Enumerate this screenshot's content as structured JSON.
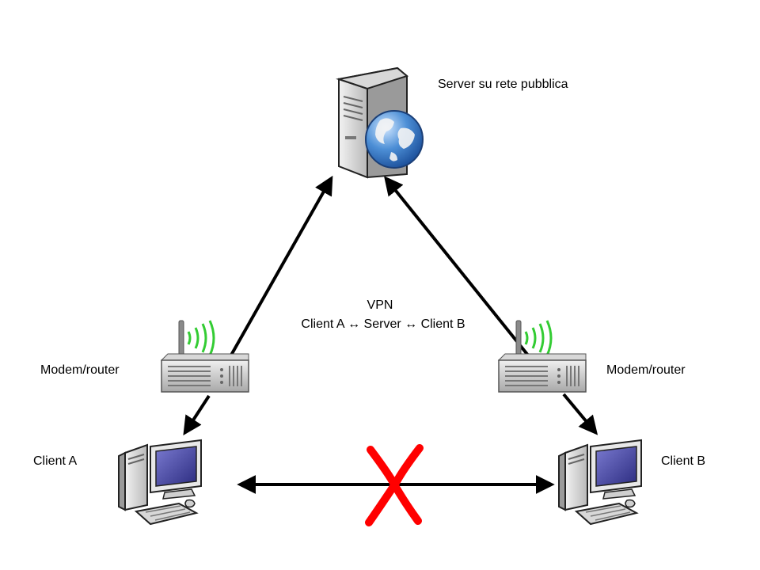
{
  "nodes": {
    "server": {
      "label": "Server su rete pubblica",
      "icon": "web-server-icon"
    },
    "router_left": {
      "label": "Modem/router",
      "icon": "wifi-router-icon"
    },
    "router_right": {
      "label": "Modem/router",
      "icon": "wifi-router-icon"
    },
    "client_a": {
      "label": "Client A",
      "icon": "desktop-computer-icon"
    },
    "client_b": {
      "label": "Client B",
      "icon": "desktop-computer-icon"
    }
  },
  "vpn": {
    "title": "VPN",
    "path": "Client A ↔ Server ↔ Client B"
  },
  "blocked_link": {
    "icon": "red-cross-icon",
    "color": "#ff0000"
  },
  "colors": {
    "arrow": "#000000",
    "signal": "#33cc33",
    "screen": "#5050a0"
  }
}
